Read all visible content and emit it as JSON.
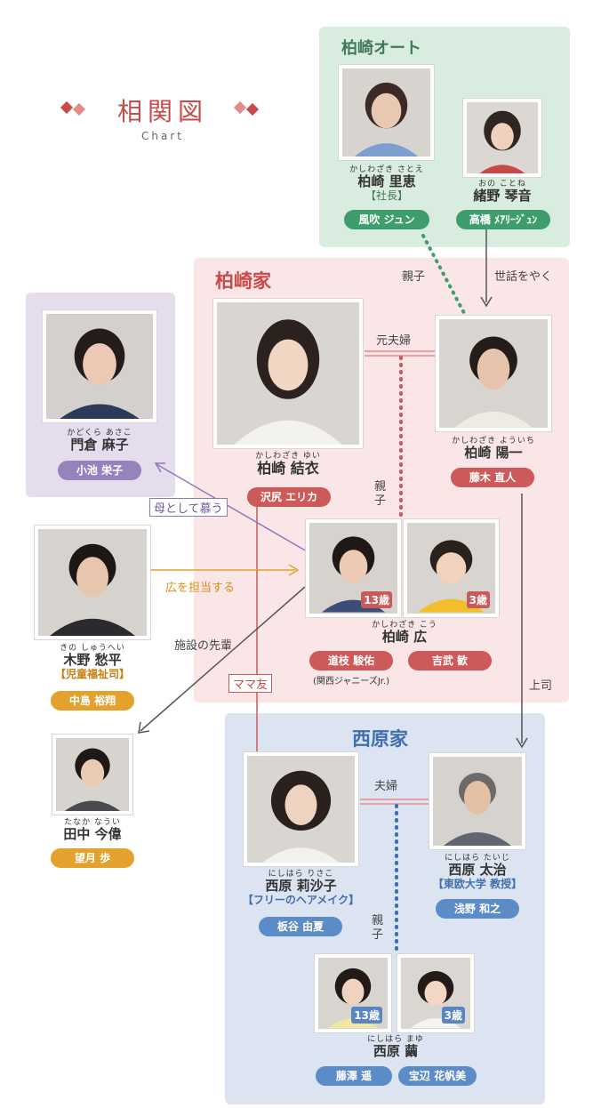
{
  "header": {
    "title": "相関図",
    "subtitle": "Chart"
  },
  "groups": {
    "auto": "柏崎オート",
    "kashiwazaki": "柏崎家",
    "nishihara": "西原家"
  },
  "people": {
    "satoe": {
      "ruby": "かしわざき さとえ",
      "name": "柏崎 里恵",
      "role": "【社長】",
      "actor": "風吹 ジュン"
    },
    "kotone": {
      "ruby": "おの ことね",
      "name": "緒野 琴音",
      "actor": "高橋 ﾒｱﾘｰｼﾞｭﾝ"
    },
    "asako": {
      "ruby": "かどくら あさこ",
      "name": "門倉 麻子",
      "actor": "小池 栄子"
    },
    "yui": {
      "ruby": "かしわざき ゆい",
      "name": "柏崎 結衣",
      "actor": "沢尻 エリカ"
    },
    "yoichi": {
      "ruby": "かしわざき よういち",
      "name": "柏崎 陽一",
      "actor": "藤木 直人"
    },
    "kou": {
      "ruby": "かしわざき こう",
      "name": "柏崎 広",
      "actor1": "道枝 駿佑",
      "actor1_note": "(関西ジャニーズJr.)",
      "actor2": "吉武 歓",
      "age1": "13歳",
      "age2": "3歳"
    },
    "shuhei": {
      "ruby": "きの しゅうへい",
      "name": "木野 愁平",
      "role": "【児童福祉司】",
      "actor": "中島 裕翔"
    },
    "naui": {
      "ruby": "たなか なうい",
      "name": "田中 今偉",
      "actor": "望月 歩"
    },
    "risako": {
      "ruby": "にしはら りさこ",
      "name": "西原 莉沙子",
      "role": "【フリーのヘアメイク】",
      "actor": "板谷 由夏"
    },
    "taiji": {
      "ruby": "にしはら たいじ",
      "name": "西原 太治",
      "role": "【東欧大学 教授】",
      "actor": "浅野 和之"
    },
    "mayu": {
      "ruby": "にしはら まゆ",
      "name": "西原 繭",
      "actor1": "藤澤 遥",
      "actor2": "宝辺 花帆美",
      "age1": "13歳",
      "age2": "3歳"
    }
  },
  "relations": {
    "oyako1": "親子",
    "sewa": "世話をやく",
    "motofufu": "元夫婦",
    "oyako2": "親子",
    "haha": "母として慕う",
    "tanto": "広を担当する",
    "senpai": "施設の先輩",
    "mamatomo": "ママ友",
    "joshi": "上司",
    "fufu": "夫婦",
    "oyako3": "親子"
  },
  "colors": {
    "green_bg": "#d9ece0",
    "pink_bg": "#fae6e7",
    "purple_bg": "#e5dcee",
    "blue_bg": "#dbe4f0",
    "title_red": "#c94a4a"
  }
}
